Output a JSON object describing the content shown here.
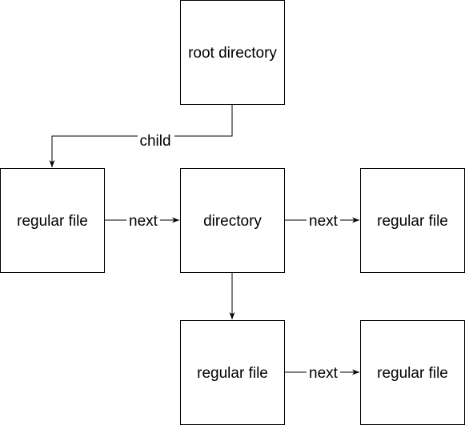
{
  "diagram": {
    "nodes": [
      {
        "id": "root",
        "label": "root directory"
      },
      {
        "id": "file1",
        "label": "regular file"
      },
      {
        "id": "dir",
        "label": "directory"
      },
      {
        "id": "file2",
        "label": "regular file"
      },
      {
        "id": "file3",
        "label": "regular file"
      },
      {
        "id": "file4",
        "label": "regular file"
      }
    ],
    "edges": [
      {
        "id": "root-to-file1",
        "from": "root",
        "to": "file1",
        "label": "child"
      },
      {
        "id": "file1-to-dir",
        "from": "file1",
        "to": "dir",
        "label": "next"
      },
      {
        "id": "dir-to-file2",
        "from": "dir",
        "to": "file2",
        "label": "next"
      },
      {
        "id": "dir-to-file3",
        "from": "dir",
        "to": "file3",
        "label": ""
      },
      {
        "id": "file3-to-file4",
        "from": "file3",
        "to": "file4",
        "label": "next"
      }
    ]
  }
}
